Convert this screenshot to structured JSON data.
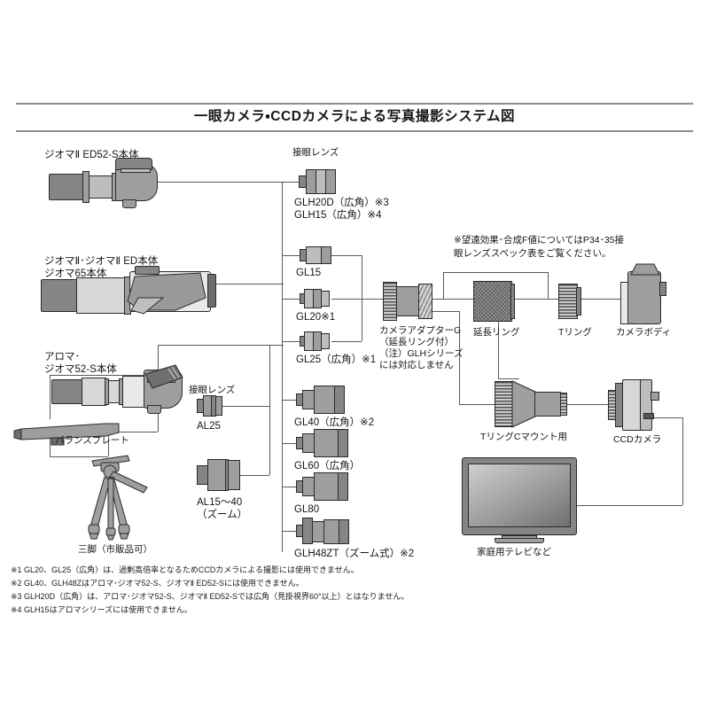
{
  "page": {
    "title": "一眼カメラ・CCDカメラによる写真撮影システム図"
  },
  "scopes": [
    {
      "id": "ed52s",
      "label": "ジオマⅡ ED52-S本体"
    },
    {
      "id": "geoma2",
      "label": "ジオマⅡ･ジオマⅡ ED本体\nジオマ65本体"
    },
    {
      "id": "aroma",
      "label": "アロマ･\nジオマ52-S本体"
    }
  ],
  "eyepiece_headings": {
    "top": "接眼レンズ",
    "aroma": "接眼レンズ"
  },
  "eyepieces_main": [
    {
      "id": "glh20d",
      "label": "GLH20D（広角）※3\nGLH15（広角）※4"
    },
    {
      "id": "gl15",
      "label": "GL15"
    },
    {
      "id": "gl20",
      "label": "GL20※1"
    },
    {
      "id": "gl25",
      "label": "GL25（広角）※1"
    },
    {
      "id": "gl40",
      "label": "GL40（広角）※2"
    },
    {
      "id": "gl60",
      "label": "GL60（広角）"
    },
    {
      "id": "gl80",
      "label": "GL80"
    },
    {
      "id": "glh48zt",
      "label": "GLH48ZT（ズーム式）※2"
    }
  ],
  "eyepieces_aroma": [
    {
      "id": "al25",
      "label": "AL25"
    },
    {
      "id": "al15_40",
      "label": "AL15～40\n（ズーム）"
    }
  ],
  "accessories": {
    "balance_plate": "バランスプレート",
    "tripod": "三脚（市販品可）"
  },
  "chain": {
    "adapter": "カメラアダプターG\n（延長リング付）\n（注）GLHシリーズ\nには対応しません",
    "extension_ring": "延長リング",
    "t_ring": "Tリング",
    "camera_body": "カメラボディ",
    "t_ring_c": "TリングCマウント用",
    "ccd_camera": "CCDカメラ",
    "tv": "家庭用テレビなど"
  },
  "notes": {
    "spec_ref": "※望遠効果･合成F値についてはP34･35接\n眼レンズスペック表をご覧ください。"
  },
  "footnotes": [
    "※1 GL20、GL25（広角）は、過剰高倍率となるためCCDカメラによる撮影には使用できません。",
    "※2 GL40、GLH48Zはアロマ･ジオマ52-S、ジオマⅡ ED52-Sには使用できません。",
    "※3 GLH20D（広角）は、アロマ･ジオマ52-S、ジオマⅡ ED52-Sでは広角（見掛視界60°以上）とはなりません。",
    "※4 GLH15はアロマシリーズには使用できません。"
  ],
  "colors": {
    "line": "#5a5a5a",
    "rule": "#8d8d8d",
    "outline": "#2b2b2b",
    "text": "#151515"
  }
}
